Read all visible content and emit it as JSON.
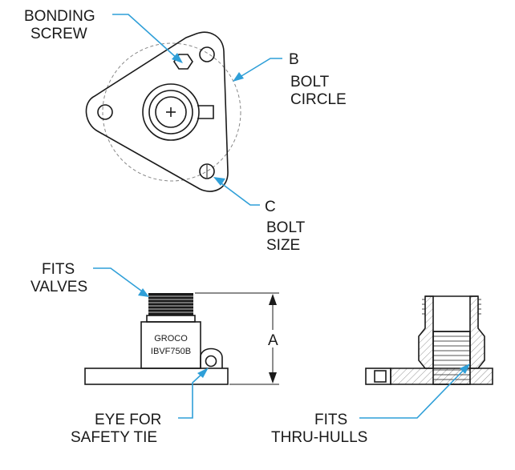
{
  "labels": {
    "bonding_line1": "BONDING",
    "bonding_line2": "SCREW",
    "b_letter": "B",
    "bolt_circle_line1": "BOLT",
    "bolt_circle_line2": "CIRCLE",
    "c_letter": "C",
    "bolt_size_line1": "BOLT",
    "bolt_size_line2": "SIZE",
    "fits_valves_line1": "FITS",
    "fits_valves_line2": "VALVES",
    "a_letter": "A",
    "eye_line1": "EYE FOR",
    "eye_line2": "SAFETY TIE",
    "thru_line1": "FITS",
    "thru_line2": "THRU-HULLS",
    "brand": "GROCO",
    "model": "IBVF750B"
  },
  "colors": {
    "leader": "#2f9fd8",
    "outline": "#1a1a1a"
  }
}
